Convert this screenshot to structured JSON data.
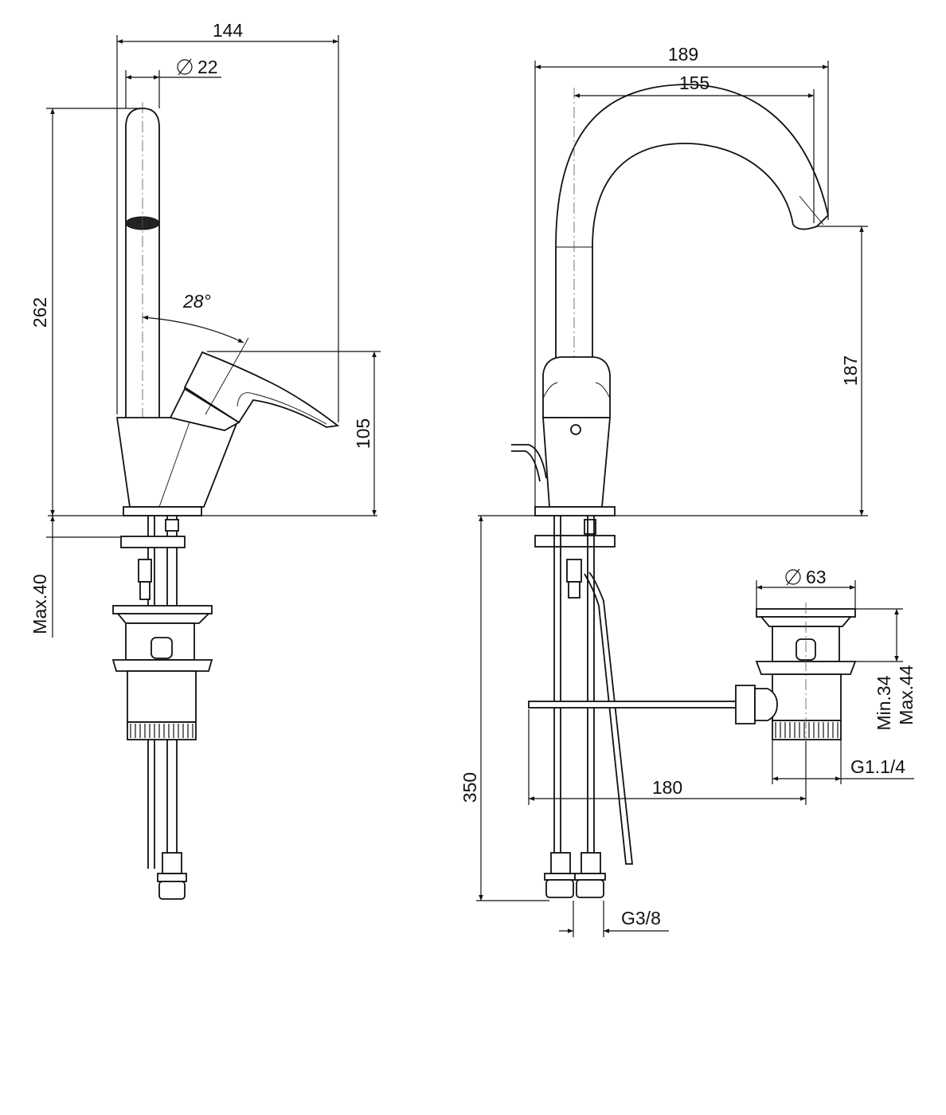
{
  "dimensions": {
    "left_width": "144",
    "left_spout_diameter": "22",
    "left_height": "262",
    "left_handle_angle": "28°",
    "left_lever_height": "105",
    "left_deck_thickness": "Max.40",
    "right_width": "189",
    "right_reach": "155",
    "right_spout_height": "187",
    "waste_diameter": "63",
    "waste_min": "Min.34",
    "waste_max": "Max.44",
    "waste_thread": "G1.1/4",
    "pullrod_length": "180",
    "hose_length": "350",
    "hose_thread": "G3/8"
  },
  "colors": {
    "line": "#111111",
    "background": "#ffffff"
  }
}
